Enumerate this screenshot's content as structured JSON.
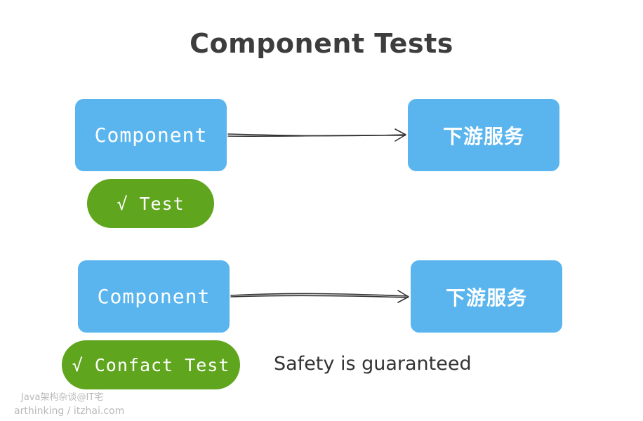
{
  "title": "Component Tests",
  "rows": [
    {
      "component_label": "Component",
      "downstream_label": "下游服务",
      "test_label": "√ Test"
    },
    {
      "component_label": "Component",
      "downstream_label": "下游服务",
      "test_label": "√ Confact Test",
      "note": "Safety is guaranteed"
    }
  ],
  "watermark": {
    "line1": "Java架构杂谈@IT宅",
    "line2": "arthinking / itzhai.com"
  },
  "colors": {
    "box_blue": "#5ab5ee",
    "pill_green": "#5fa51e",
    "title_text": "#3d3d3d",
    "arrow": "#333333"
  }
}
